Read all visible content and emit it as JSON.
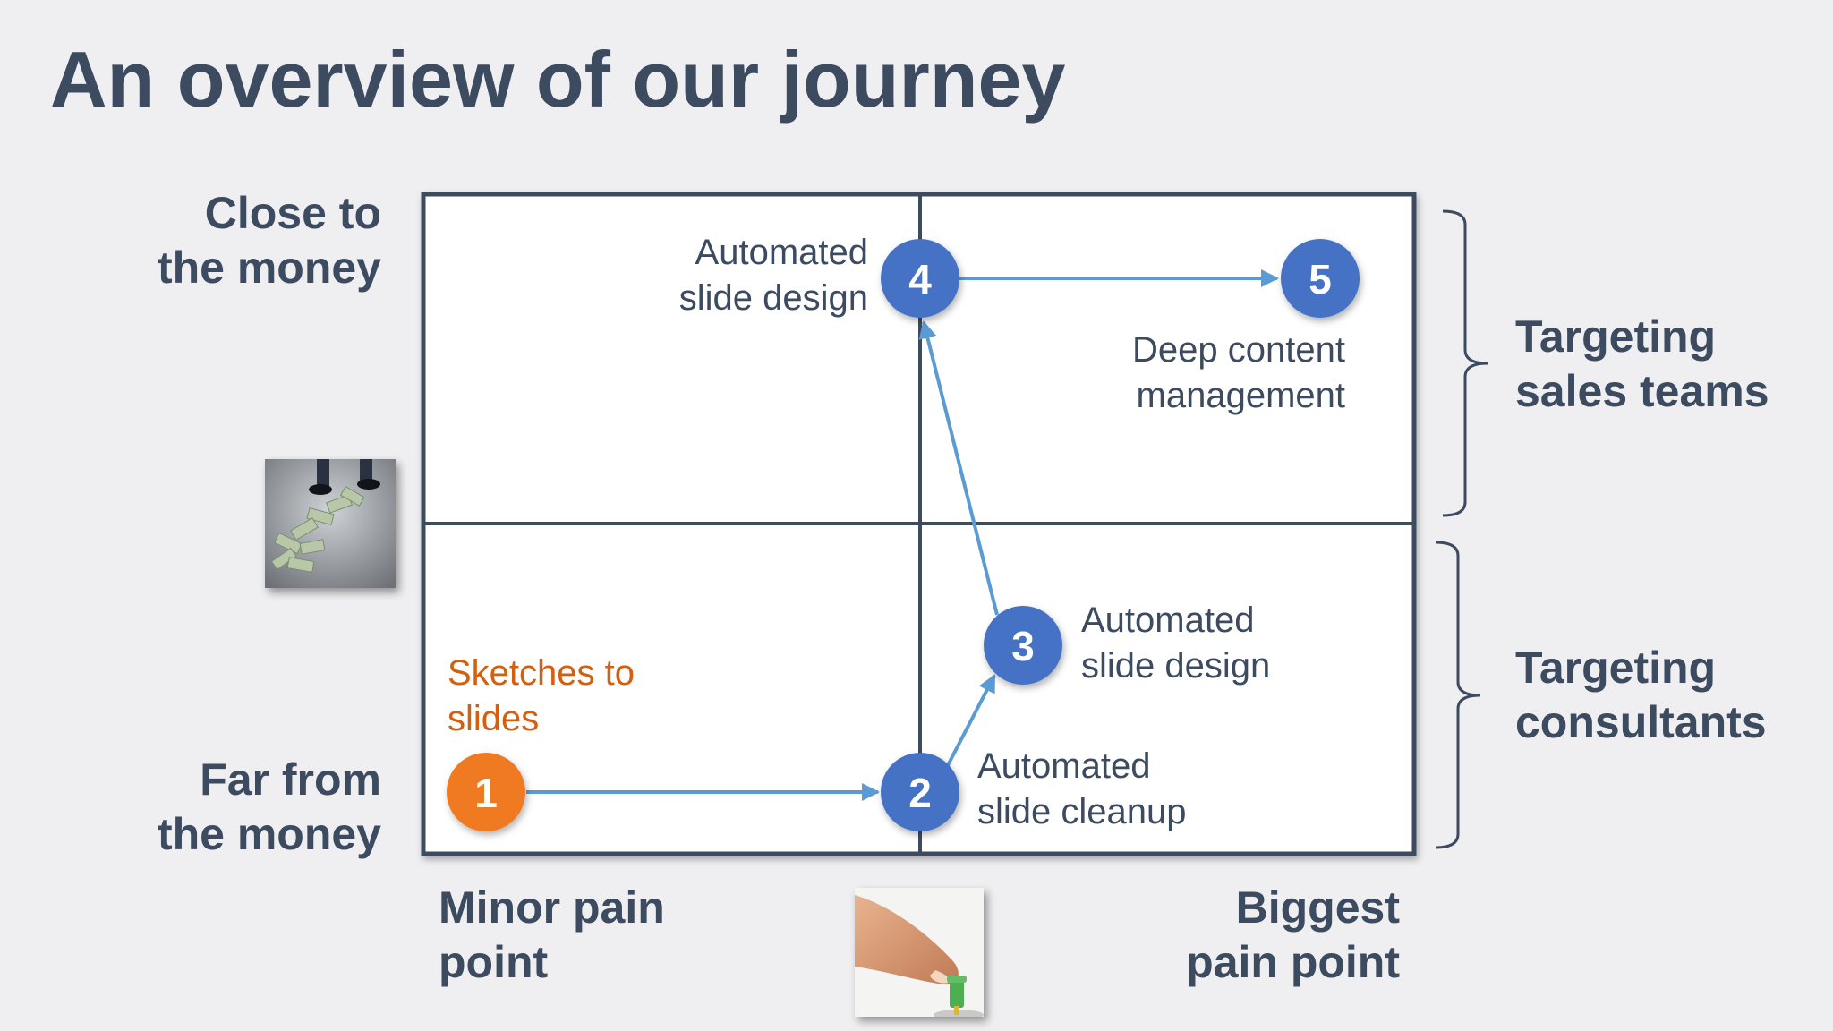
{
  "slide": {
    "title": "An overview of our journey"
  },
  "axes": {
    "y_top": [
      "Close to",
      "the money"
    ],
    "y_bottom": [
      "Far from",
      "the money"
    ],
    "x_left": [
      "Minor pain",
      "point"
    ],
    "x_right": [
      "Biggest",
      "pain point"
    ]
  },
  "brackets": {
    "top": [
      "Targeting",
      "sales teams"
    ],
    "bottom": [
      "Targeting",
      "consultants"
    ]
  },
  "nodes": [
    {
      "number": "1",
      "lines": [
        "Sketches to",
        "slides"
      ],
      "color": "#f07a22"
    },
    {
      "number": "2",
      "lines": [
        "Automated",
        "slide cleanup"
      ],
      "color": "#4572c4"
    },
    {
      "number": "3",
      "lines": [
        "Automated",
        "slide design"
      ],
      "color": "#4572c4"
    },
    {
      "number": "4",
      "lines": [
        "Automated",
        "slide design"
      ],
      "color": "#4572c4"
    },
    {
      "number": "5",
      "lines": [
        "Deep content",
        "management"
      ],
      "color": "#4572c4"
    }
  ],
  "colors": {
    "text": "#3d4b60",
    "grid": "#3d4b60",
    "arrow": "#5b9bd5",
    "highlight_text": "#d45f0e"
  },
  "images": [
    {
      "name": "money-photo"
    },
    {
      "name": "pushpin-photo"
    }
  ]
}
